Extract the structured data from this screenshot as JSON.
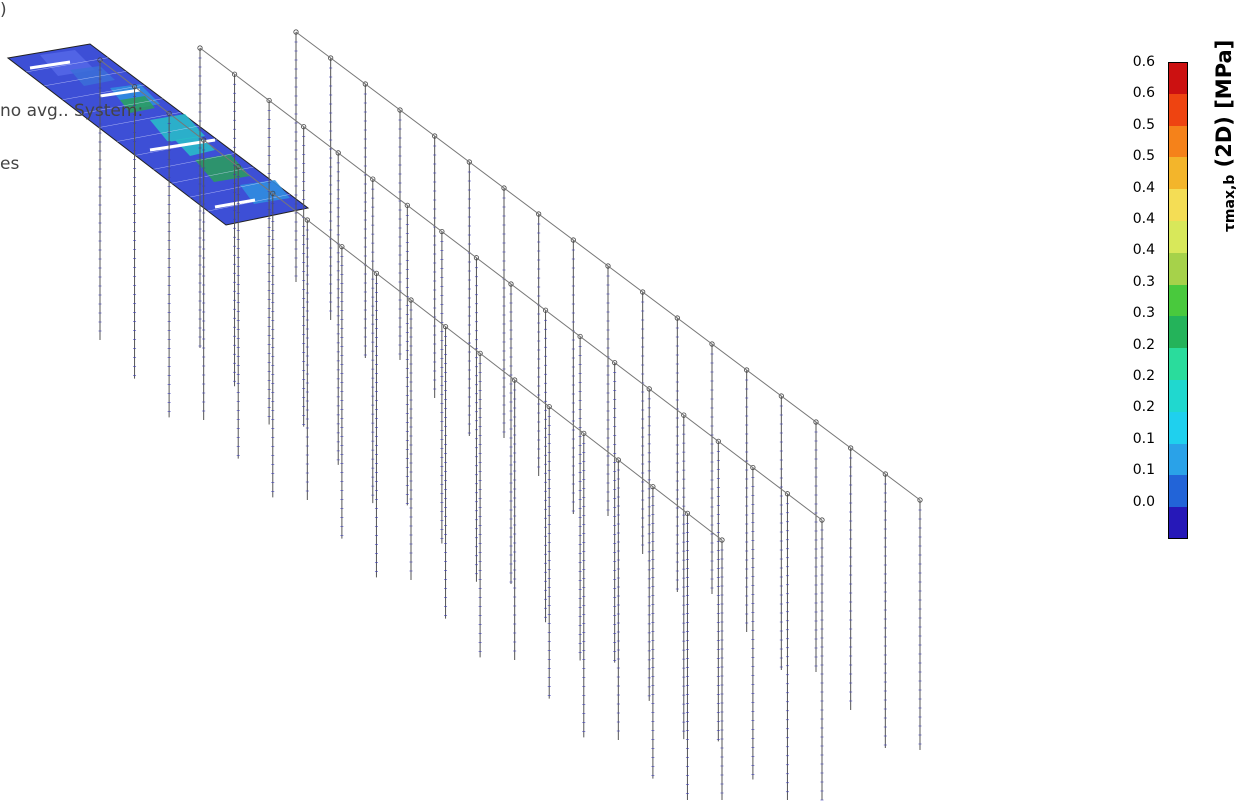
{
  "left_text": {
    "top_fragment": ")",
    "mid_fragment": "no avg.. System:",
    "low_fragment": "es"
  },
  "legend": {
    "title_main": "τmax,b",
    "title_rest": " (2D) [MPa]",
    "tick_labels": [
      "0.6",
      "0.6",
      "0.5",
      "0.5",
      "0.4",
      "0.4",
      "0.4",
      "0.3",
      "0.3",
      "0.2",
      "0.2",
      "0.2",
      "0.1",
      "0.1",
      "0.0"
    ],
    "colors": [
      "#cc1111",
      "#ee4411",
      "#f5821a",
      "#f3b52b",
      "#f4dd55",
      "#d8e85a",
      "#a6d24a",
      "#49c93d",
      "#24b35a",
      "#2adc9c",
      "#20d8cf",
      "#1fd0ee",
      "#2aa2e8",
      "#2264d8",
      "#2618b8"
    ]
  },
  "model": {
    "slab_colors": [
      "#3d4fd6",
      "#5567e8",
      "#2f8fe0",
      "#28c0c8",
      "#2a9f5a",
      "#3b6fd8"
    ],
    "pile_color": "#555555",
    "beam_color": "#777777",
    "beam_rows": 3,
    "piles_per_row": 19
  }
}
